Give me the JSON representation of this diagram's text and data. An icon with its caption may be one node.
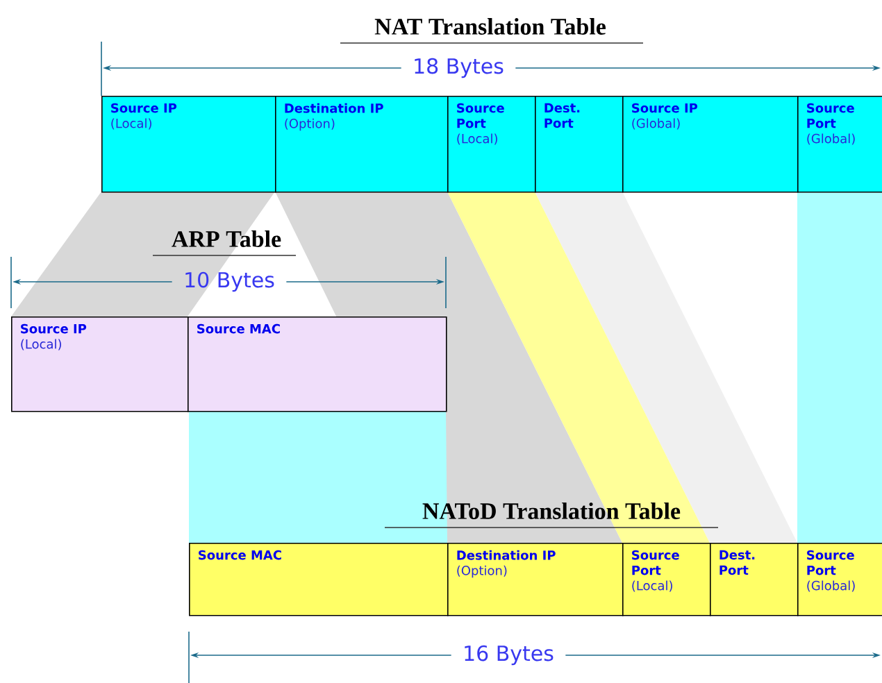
{
  "diagram": {
    "nodes": [
      {
        "text": [
          "Source IP",
          "(Local)"
        ]
      },
      {
        "text": [
          "Destination IP",
          "(Option)"
        ]
      },
      {
        "text": [
          "Source Port",
          "(Local)"
        ]
      },
      {
        "text": [
          "Dest. Port"
        ]
      },
      {
        "text": [
          "Source IP",
          "(Global)"
        ]
      },
      {
        "text": [
          "Source Port",
          "(Global)"
        ]
      },
      {
        "text": [
          "Source IP",
          "(Local)"
        ]
      },
      {
        "text": [
          "Source MAC"
        ]
      },
      {
        "text": [
          "Source MAC"
        ]
      },
      {
        "text": [
          "Destination IP",
          "(Option)"
        ]
      },
      {
        "text": [
          "Source Port",
          "(Local)"
        ]
      },
      {
        "text": [
          "Dest. Port"
        ]
      },
      {
        "text": [
          "Source Port",
          "(Global)"
        ]
      }
    ],
    "labels": [
      "NAT Translation Table",
      "18 Bytes",
      "ARP Table",
      "10 Bytes",
      "NAToD Translation Table",
      "16 Bytes"
    ]
  }
}
